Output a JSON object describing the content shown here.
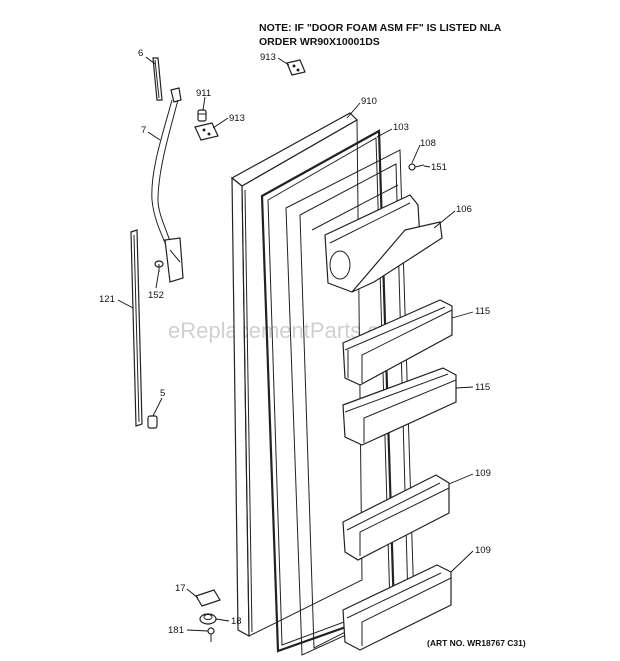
{
  "note": {
    "line1": "NOTE: IF \"DOOR FOAM ASM FF\" IS LISTED NLA",
    "line2": "ORDER WR90X10001DS"
  },
  "watermark": "eReplacementParts.com",
  "art_number": "(ART NO. WR18767 C31)",
  "callouts": {
    "p6": "6",
    "p913a": "913",
    "p911": "911",
    "p913b": "913",
    "p910": "910",
    "p103": "103",
    "p108": "108",
    "p151": "151",
    "p7": "7",
    "p106": "106",
    "p152": "152",
    "p121": "121",
    "p115a": "115",
    "p115b": "115",
    "p5": "5",
    "p109a": "109",
    "p109b": "109",
    "p17": "17",
    "p18": "18",
    "p181": "181"
  }
}
